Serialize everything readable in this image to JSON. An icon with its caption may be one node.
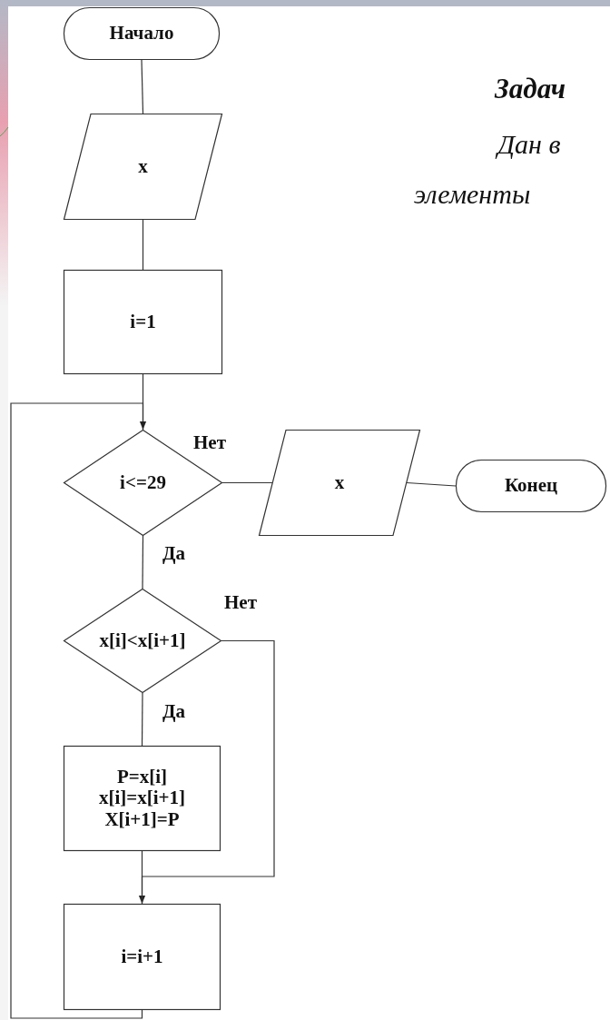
{
  "diagram": {
    "nodes": [
      {
        "text": [
          "Начало"
        ]
      },
      {
        "text": [
          "x"
        ]
      },
      {
        "text": [
          "i=1"
        ]
      },
      {
        "text": [
          "i<=29"
        ]
      },
      {
        "text": [
          "x"
        ]
      },
      {
        "text": [
          "Конец"
        ]
      },
      {
        "text": [
          "x[i]<x[i+1]"
        ]
      },
      {
        "text": [
          "P=x[i] x[i]=x[i+1] X[i+1]=P"
        ]
      },
      {
        "text": [
          "i=i+1"
        ]
      }
    ],
    "edges": [
      {
        "from": 0,
        "to": 1,
        "arrow": "none"
      },
      {
        "from": 1,
        "to": 2,
        "arrow": "none"
      },
      {
        "from": 2,
        "to": 3,
        "arrow": "none"
      },
      {
        "from": 3,
        "to": 4,
        "arrow": "none",
        "label": "Нет"
      },
      {
        "from": 4,
        "to": 5,
        "arrow": "none"
      },
      {
        "from": 3,
        "to": 6,
        "arrow": "none",
        "label": "Да"
      },
      {
        "from": 6,
        "to": 7,
        "arrow": "none",
        "label": "Да"
      },
      {
        "from": 6,
        "to": 8,
        "arrow": "to",
        "label": "Нет"
      },
      {
        "from": 7,
        "to": 8,
        "arrow": "none"
      },
      {
        "from": 8,
        "to": 3,
        "arrow": "to"
      }
    ],
    "labels": [
      "Задач",
      "Дан в",
      "элементы"
    ]
  }
}
